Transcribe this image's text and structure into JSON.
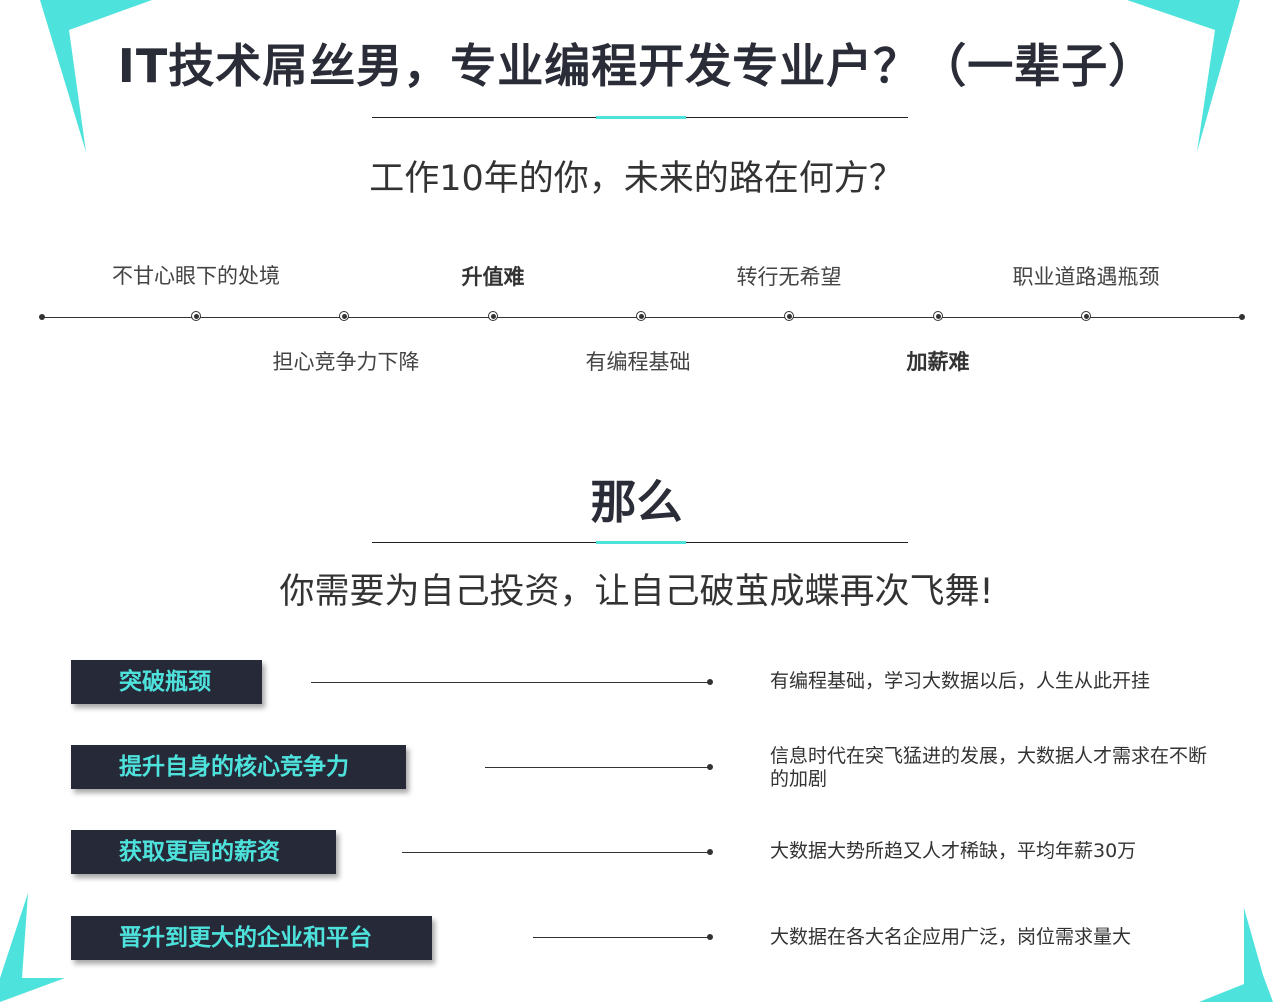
{
  "header": {
    "title": "IT技术屌丝男，专业编程开发专业户？（一辈子）",
    "subtitle": "工作10年的你，未来的路在何方？"
  },
  "timeline": {
    "top_labels": [
      "不甘心眼下的处境",
      "升值难",
      "转行无希望",
      "职业道路遇瓶颈"
    ],
    "bottom_labels": [
      "担心竞争力下降",
      "有编程基础",
      "加薪难"
    ]
  },
  "section": {
    "title": "那么",
    "subtitle": "你需要为自己投资，让自己破茧成蝶再次飞舞!"
  },
  "benefits": [
    {
      "label": "突破瓶颈",
      "desc": "有编程基础，学习大数据以后，人生从此开挂"
    },
    {
      "label": "提升自身的核心竞争力",
      "desc": "信息时代在突飞猛进的发展，大数据人才需求在不断的加剧"
    },
    {
      "label": "获取更高的薪资",
      "desc": "大数据大势所趋又人才稀缺，平均年薪30万"
    },
    {
      "label": "晋升到更大的企业和平台",
      "desc": "大数据在各大名企应用广泛，岗位需求量大"
    }
  ],
  "colors": {
    "accent": "#4ee2dc",
    "dark": "#262a38"
  }
}
